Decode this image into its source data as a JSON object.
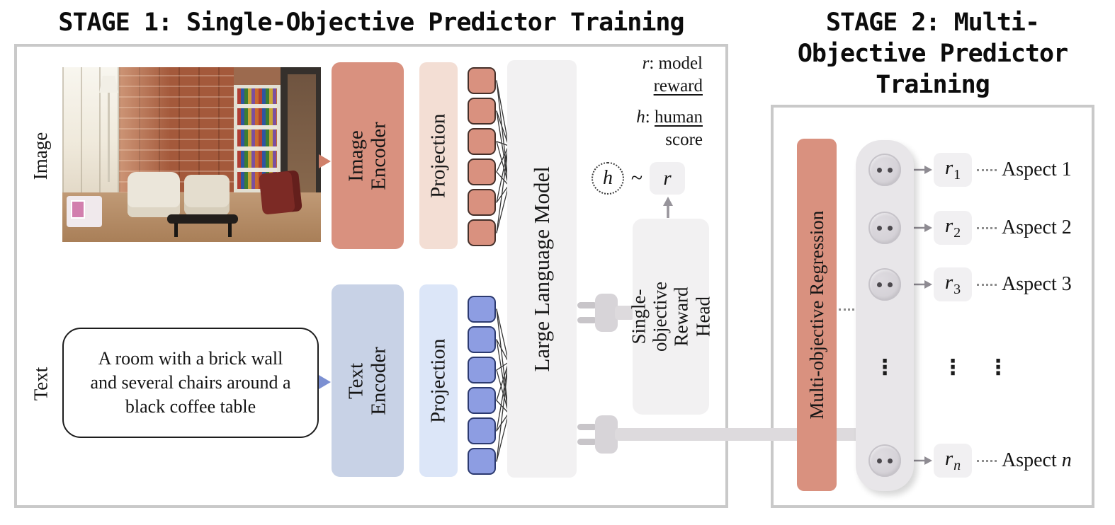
{
  "titles": {
    "stage1": "STAGE 1: Single-Objective Predictor Training",
    "stage2_line1": "STAGE 2: Multi-",
    "stage2_line2": "Objective Predictor",
    "stage2_line3": "Training"
  },
  "stage1": {
    "image_label": "Image",
    "text_label": "Text",
    "caption_text": "A room with a brick wall and several chairs around a black coffee table",
    "image_encoder": "Image Encoder",
    "image_projection": "Projection",
    "text_encoder": "Text Encoder",
    "text_projection": "Projection",
    "llm": "Large Language Model",
    "reward_head": "Single-objective Reward Head",
    "legend": {
      "r_symbol": "r",
      "r_mid": ": model",
      "r_under": "reward",
      "h_symbol": "h",
      "h_mid": ": ",
      "h_under": "human",
      "h_tail": "score"
    },
    "h_var": "h",
    "tilde": "~",
    "r_var": "r"
  },
  "stage2": {
    "regression": "Multi-objective Regression",
    "ellipsis": "⋮",
    "outputs": [
      {
        "r": "r",
        "sub": "1",
        "aspect_word": "Aspect",
        "aspect_index": "1"
      },
      {
        "r": "r",
        "sub": "2",
        "aspect_word": "Aspect",
        "aspect_index": "2"
      },
      {
        "r": "r",
        "sub": "3",
        "aspect_word": "Aspect",
        "aspect_index": "3"
      },
      {
        "r": "r",
        "sub": "n",
        "aspect_word": "Aspect",
        "aspect_index": "n"
      }
    ]
  },
  "colors": {
    "salmon": "#d9917f",
    "salmon_light": "#f3ded4",
    "blue_token": "#8d9de2",
    "blue_encoder": "#c8d2e6",
    "blue_light": "#dce6f8",
    "gray_box": "#f2f1f2",
    "panel_border": "#c9c9c9"
  }
}
